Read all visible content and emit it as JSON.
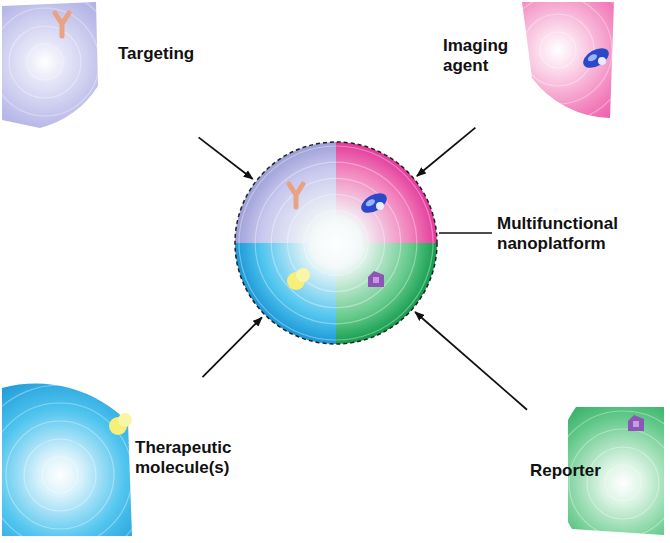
{
  "diagram": {
    "nodes": [
      {
        "text": [
          "Targeting"
        ]
      },
      {
        "text": [
          "Imaging agent"
        ]
      },
      {
        "text": [
          "Multifunctional nanoplatform"
        ]
      },
      {
        "text": [
          "Therapeutic molecule(s)"
        ]
      },
      {
        "text": [
          "Reporter"
        ]
      }
    ],
    "edges": [
      {
        "from": 0,
        "to": 2,
        "arrow": "to"
      },
      {
        "from": 1,
        "to": 2,
        "arrow": "to"
      },
      {
        "from": 3,
        "to": 2,
        "arrow": "to"
      },
      {
        "from": 4,
        "to": 2,
        "arrow": "to"
      }
    ]
  }
}
